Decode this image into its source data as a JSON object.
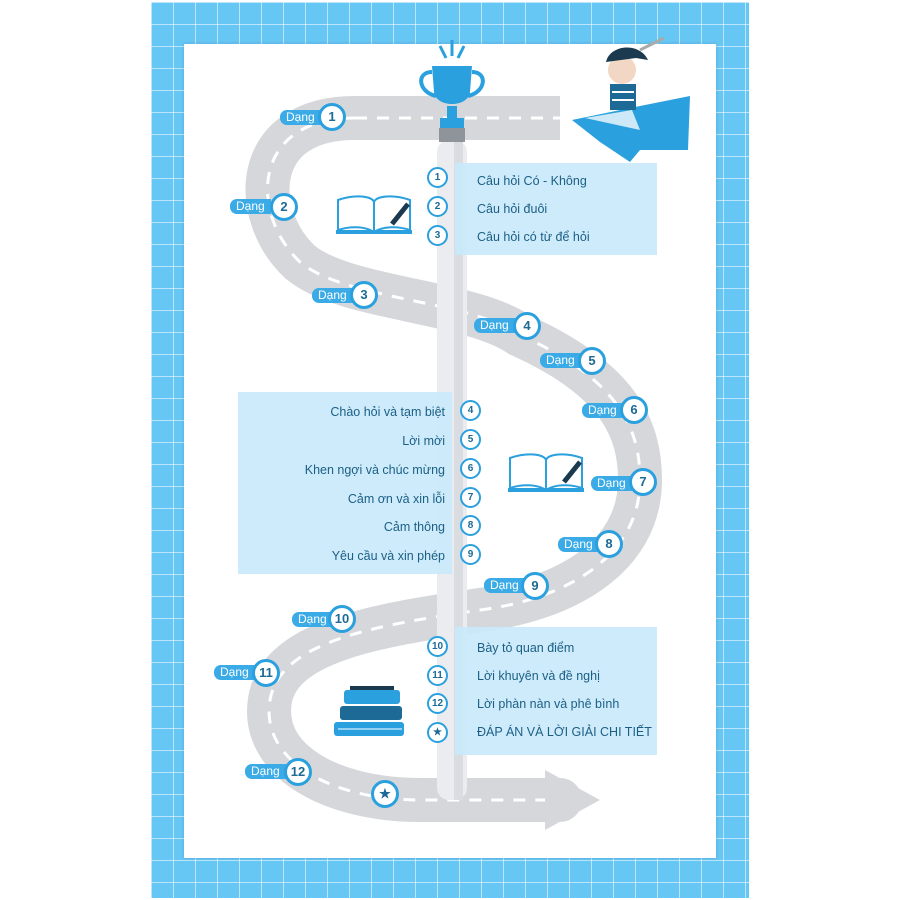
{
  "colors": {
    "accent": "#2aa0df",
    "cover": "#66c6f4",
    "road": "#d5d7db",
    "panel": "#c9e9fa"
  },
  "road_label": "Dạng",
  "icons": {
    "trophy": "trophy-icon",
    "reader": "reader-on-book-icon",
    "book": "open-book-icon",
    "stack": "book-stack-icon",
    "star": "star-icon"
  },
  "groups": [
    {
      "items": [
        {
          "num": "1",
          "label": "Câu hỏi Có - Không"
        },
        {
          "num": "2",
          "label": "Câu hỏi đuôi"
        },
        {
          "num": "3",
          "label": "Câu hỏi có từ để hỏi"
        }
      ]
    },
    {
      "items": [
        {
          "num": "4",
          "label": "Chào hỏi và tạm biệt"
        },
        {
          "num": "5",
          "label": "Lời mời"
        },
        {
          "num": "6",
          "label": "Khen ngợi và chúc mừng"
        },
        {
          "num": "7",
          "label": "Cảm ơn và xin lỗi"
        },
        {
          "num": "8",
          "label": "Cảm thông"
        },
        {
          "num": "9",
          "label": "Yêu cầu và xin phép"
        }
      ]
    },
    {
      "items": [
        {
          "num": "10",
          "label": "Bày tỏ quan điểm"
        },
        {
          "num": "11",
          "label": "Lời khuyên và đề nghị"
        },
        {
          "num": "12",
          "label": "Lời phàn nàn và phê bình"
        },
        {
          "num": "★",
          "label": "ĐÁP ÁN VÀ LỜI GIẢI CHI TIẾT"
        }
      ]
    }
  ],
  "markers": [
    "1",
    "2",
    "3",
    "4",
    "5",
    "6",
    "7",
    "8",
    "9",
    "10",
    "11",
    "12",
    "★"
  ]
}
